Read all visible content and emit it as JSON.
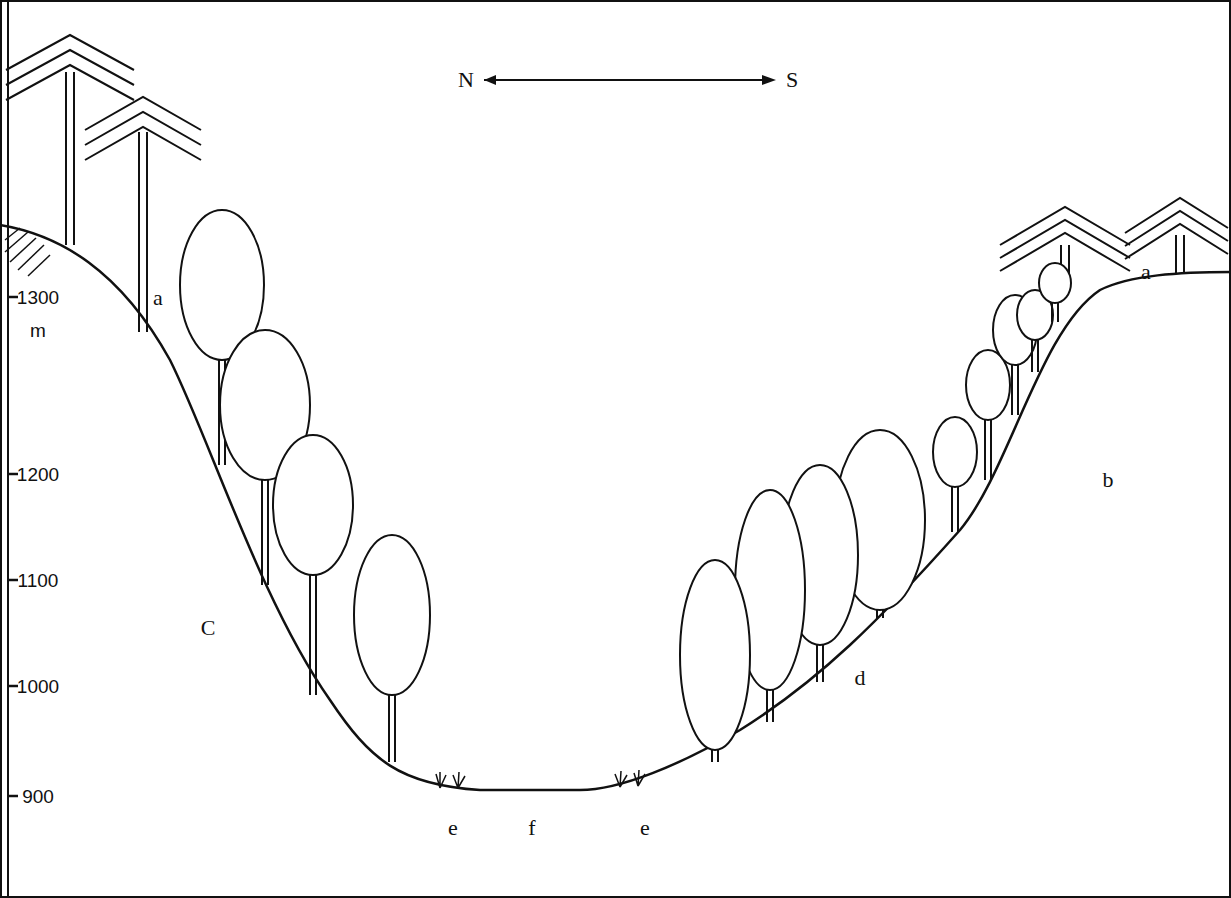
{
  "diagram": {
    "labels": [
      "N",
      "S",
      "a",
      "1300",
      "m",
      "a",
      "b",
      "1200",
      "1100",
      "C",
      "1000",
      "d",
      "900",
      "e",
      "f",
      "e"
    ]
  }
}
